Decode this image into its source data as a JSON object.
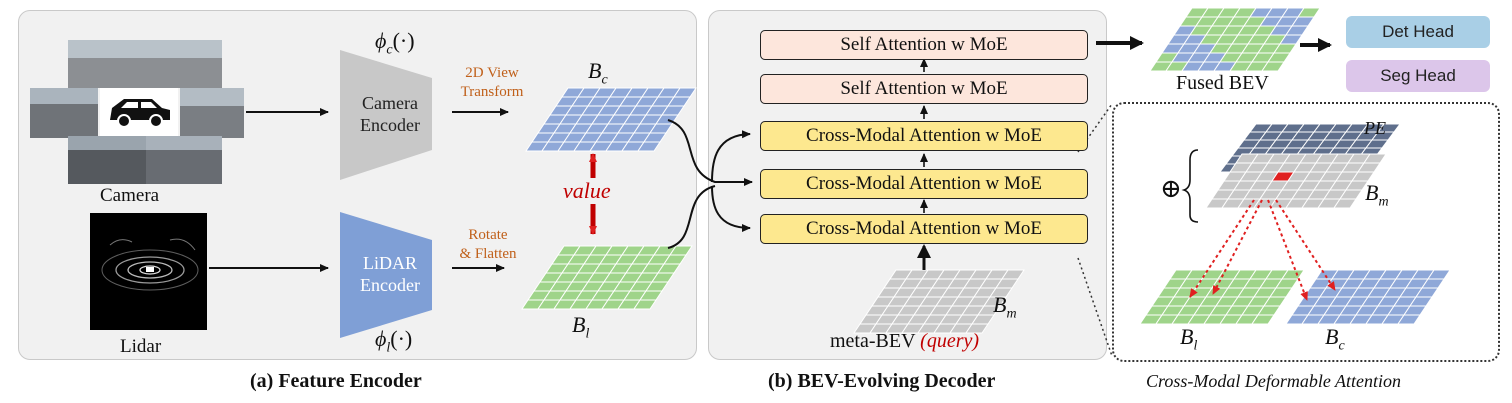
{
  "encoder": {
    "caption": "(a) Feature Encoder",
    "phi_c": "ϕ",
    "phi_c_sub": "c",
    "phi_c_arg": "(·)",
    "phi_l": "ϕ",
    "phi_l_sub": "l",
    "phi_l_arg": "(·)",
    "camera_label": "Camera",
    "lidar_label": "Lidar",
    "camera_encoder_line1": "Camera",
    "camera_encoder_line2": "Encoder",
    "lidar_encoder_line1": "LiDAR",
    "lidar_encoder_line2": "Encoder",
    "view_transform_line1": "2D View",
    "view_transform_line2": "Transform",
    "rotate_line1": "Rotate",
    "rotate_line2": "& Flatten",
    "bc_main": "B",
    "bc_sub": "c",
    "bl_main": "B",
    "bl_sub": "l",
    "value_label": "value"
  },
  "decoder": {
    "caption": "(b) BEV-Evolving Decoder",
    "self_attention_1": "Self Attention w MoE",
    "self_attention_2": "Self Attention w MoE",
    "cross_modal_1": "Cross-Modal Attention w MoE",
    "cross_modal_2": "Cross-Modal Attention w MoE",
    "cross_modal_3": "Cross-Modal Attention w MoE",
    "bm_main": "B",
    "bm_sub": "m",
    "meta_bev": "meta-BEV",
    "query_label": "(query)"
  },
  "output": {
    "fused_bev": "Fused BEV",
    "det_head": "Det Head",
    "seg_head": "Seg Head"
  },
  "deformable": {
    "caption": "Cross-Modal Deformable Attention",
    "pe_label": "PE",
    "plus_symbol": "⊕",
    "bm_main": "B",
    "bm_sub": "m",
    "bl_main": "B",
    "bl_sub": "l",
    "bc_main": "B",
    "bc_sub": "c"
  },
  "colors": {
    "camera_grid": "#8fa8d8",
    "lidar_grid": "#9fd48a",
    "meta_grid": "#c8c8c8",
    "pe_grid": "#5f6f8c",
    "self_attention_fill": "#fde6dc",
    "cross_modal_fill": "#fde88f",
    "det_head_fill": "#a9cfe6",
    "seg_head_fill": "#dcc6ea",
    "highlight_red": "#e02020",
    "value_red": "#c00000",
    "transform_orange": "#c0601a",
    "camera_encoder_fill": "#c8c8c8",
    "lidar_encoder_fill": "#7f9fd6"
  }
}
